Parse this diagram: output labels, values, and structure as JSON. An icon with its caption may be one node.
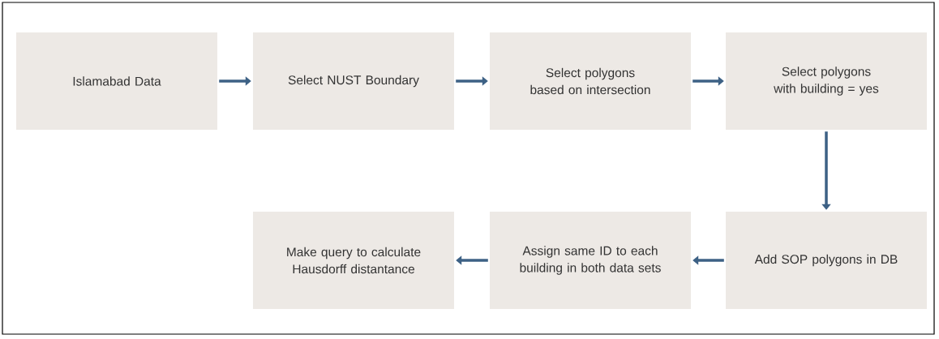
{
  "diagram": {
    "nodes": [
      {
        "text": [
          "Islamabad Data"
        ]
      },
      {
        "text": [
          "Select NUST Boundary"
        ]
      },
      {
        "text": [
          "Select polygons based on intersection"
        ]
      },
      {
        "text": [
          "Select polygons with building = yes"
        ]
      },
      {
        "text": [
          "Add SOP polygons in DB"
        ]
      },
      {
        "text": [
          "Assign same ID to each building in both data sets"
        ]
      },
      {
        "text": [
          "Make query to calculate Hausdorff distantance"
        ]
      }
    ],
    "edges": [
      {
        "from": 0,
        "to": 1,
        "arrow": "to"
      },
      {
        "from": 1,
        "to": 2,
        "arrow": "to"
      },
      {
        "from": 2,
        "to": 3,
        "arrow": "to"
      },
      {
        "from": 3,
        "to": 4,
        "arrow": "to"
      },
      {
        "from": 4,
        "to": 5,
        "arrow": "to"
      },
      {
        "from": 5,
        "to": 6,
        "arrow": "to"
      }
    ]
  }
}
